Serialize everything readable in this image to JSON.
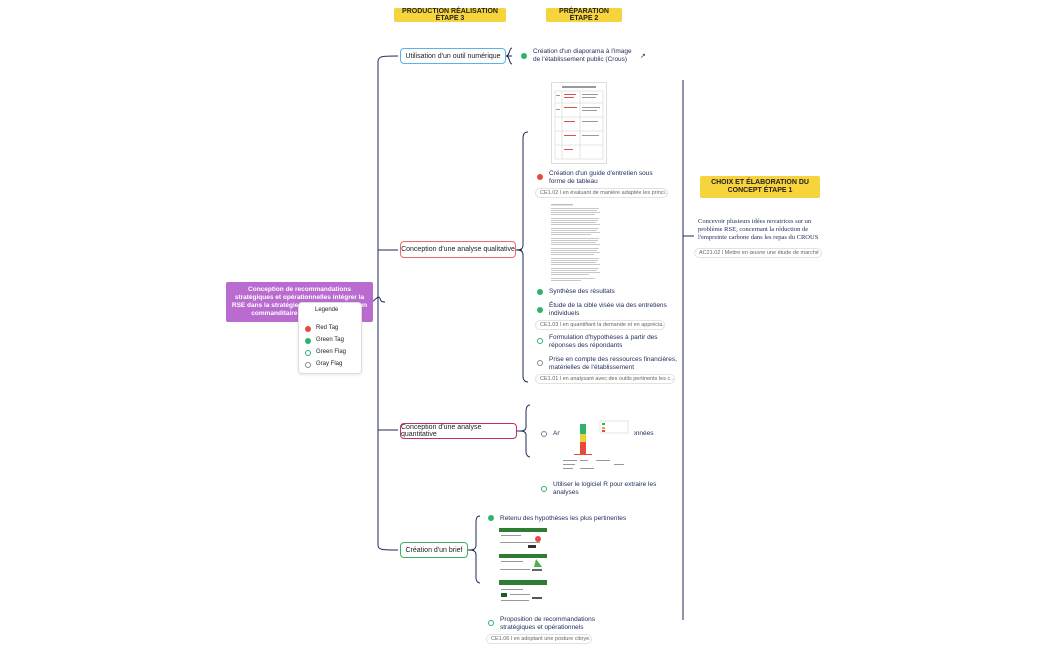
{
  "labels": {
    "production": "PRODUCTION RÉALISATION ÉTAPE 3",
    "preparation": "PRÉPARATION ÉTAPE 2",
    "choix": "CHOIX ET ÉLABORATION DU CONCEPT ÉTAPE 1"
  },
  "root": {
    "text": "Conception de recommandations stratégiques et opérationnelles intégrer la RSE dans la stratégie de l'offre destiné à un commanditaire (Crous) CE 2.01"
  },
  "legend": {
    "title": "Legende",
    "items": [
      {
        "type": "red-tag",
        "label": "Red Tag"
      },
      {
        "type": "green-tag",
        "label": "Green Tag"
      },
      {
        "type": "green-flag",
        "label": "Green Flag"
      },
      {
        "type": "gray-flag",
        "label": "Gray Flag"
      }
    ]
  },
  "branches": {
    "outil": "Utilisation d'un outil numérique",
    "qualitative": "Conception d'une analyse qualitative",
    "quantitative": "Conception d'une analyse quantitative",
    "brief": "Création d'un brief"
  },
  "leaves": {
    "diaporama": "Création d'un diaporama à l'image de l'établissement public (Crous)",
    "guide": "Création d'un guide d'entretien sous forme de tableau",
    "guide_note": "CE1.02 l en évaluant de manière adaptée les princi...",
    "synthese": "Synthèse des résultats",
    "etude": "Étude de la cible visée via des entretiens individuels",
    "etude_note": "CE1.03 l en quantifiant la demande et en apprécia...",
    "formulation": "Formulation d'hypothèses à partir des réponses des répondants",
    "ressources": "Prise en compte des ressources financières, matérielles de l'établissement",
    "ressources_note": "CE1.01 l en analysant avec des outils pertinents les c...",
    "analyses": "Analyses quantitative des données",
    "logiciel": "Utiliser le logiciel R pour extraire les analyses",
    "retenu": "Retenu des hypothèses les plus pertinentes",
    "proposition": "Proposition de recommandations stratégiques et opérationnels",
    "proposition_note": "CE1.06 l en adoptant une posture citoye...",
    "concevoir": "Concevoir plusieurs idées novatrices sur un problème RSE, concernant la réduction de l'empreinte carbone dans les repas du CROUS",
    "concevoir_note": "AC21.02 l Mettre en œuvre une étude de marché ..."
  },
  "colors": {
    "label_yellow": "#f7d33c",
    "root_purple": "#b96bcf",
    "green": "#2fb36b",
    "red": "#e8493f",
    "gray": "#888888",
    "line_navy": "#1c2a5a"
  }
}
